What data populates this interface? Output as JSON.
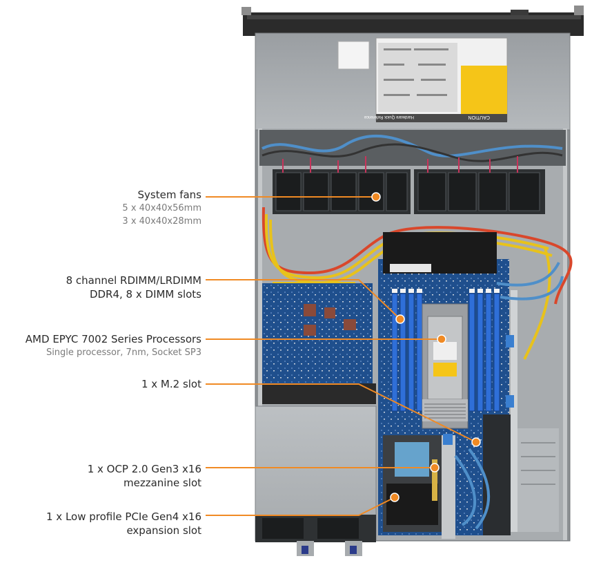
{
  "colors": {
    "leader": "#f08a24",
    "chassis": "#8c9093",
    "motherboard": "#1e4f8e",
    "dimm": "#2f6fd8",
    "cable_red": "#d9472b",
    "cable_yellow": "#e8c21b",
    "cable_blue": "#4f8fc9"
  },
  "callouts": [
    {
      "id": "fans",
      "title": "System fans",
      "sub": [
        "5 x 40x40x56mm",
        "3 x 40x40x28mm"
      ]
    },
    {
      "id": "dimm",
      "title": "8 channel RDIMM/LRDIMM",
      "title2": "DDR4, 8 x DIMM slots",
      "sub": []
    },
    {
      "id": "cpu",
      "title": "AMD EPYC 7002 Series Processors",
      "sub": [
        "Single processor, 7nm, Socket SP3"
      ]
    },
    {
      "id": "m2",
      "title": "1 x M.2 slot",
      "sub": []
    },
    {
      "id": "ocp",
      "title": "1 x OCP 2.0 Gen3 x16",
      "title2": "mezzanine slot",
      "sub": []
    },
    {
      "id": "pcie",
      "title": "1 x Low profile PCIe Gen4 x16",
      "title2": "expansion slot",
      "sub": []
    }
  ],
  "server_labels": {
    "caution": "CAUTION",
    "hw_ref": "Hardware Quick Reference"
  }
}
